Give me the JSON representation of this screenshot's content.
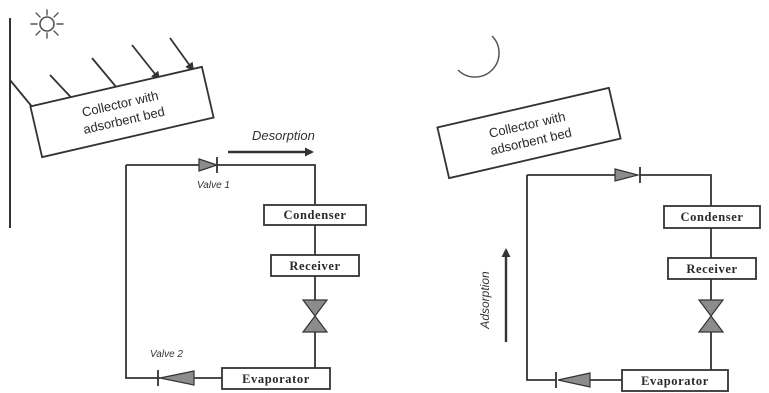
{
  "left_panel": {
    "collector_line1": "Collector with",
    "collector_line2": "adsorbent bed",
    "flow_label": "Desorption",
    "valve1_label": "Valve 1",
    "valve2_label": "Valve 2",
    "condenser": "Condenser",
    "receiver": "Receiver",
    "evaporator": "Evaporator"
  },
  "right_panel": {
    "collector_line1": "Collector with",
    "collector_line2": "adsorbent bed",
    "flow_label": "Adsorption",
    "condenser": "Condenser",
    "receiver": "Receiver",
    "evaporator": "Evaporator"
  },
  "icons": {
    "day": "sun-icon",
    "night": "moon-icon"
  },
  "colors": {
    "line": "#333333",
    "valve_fill": "#8c8c8c",
    "moon_fill": "#c4c4c4"
  }
}
